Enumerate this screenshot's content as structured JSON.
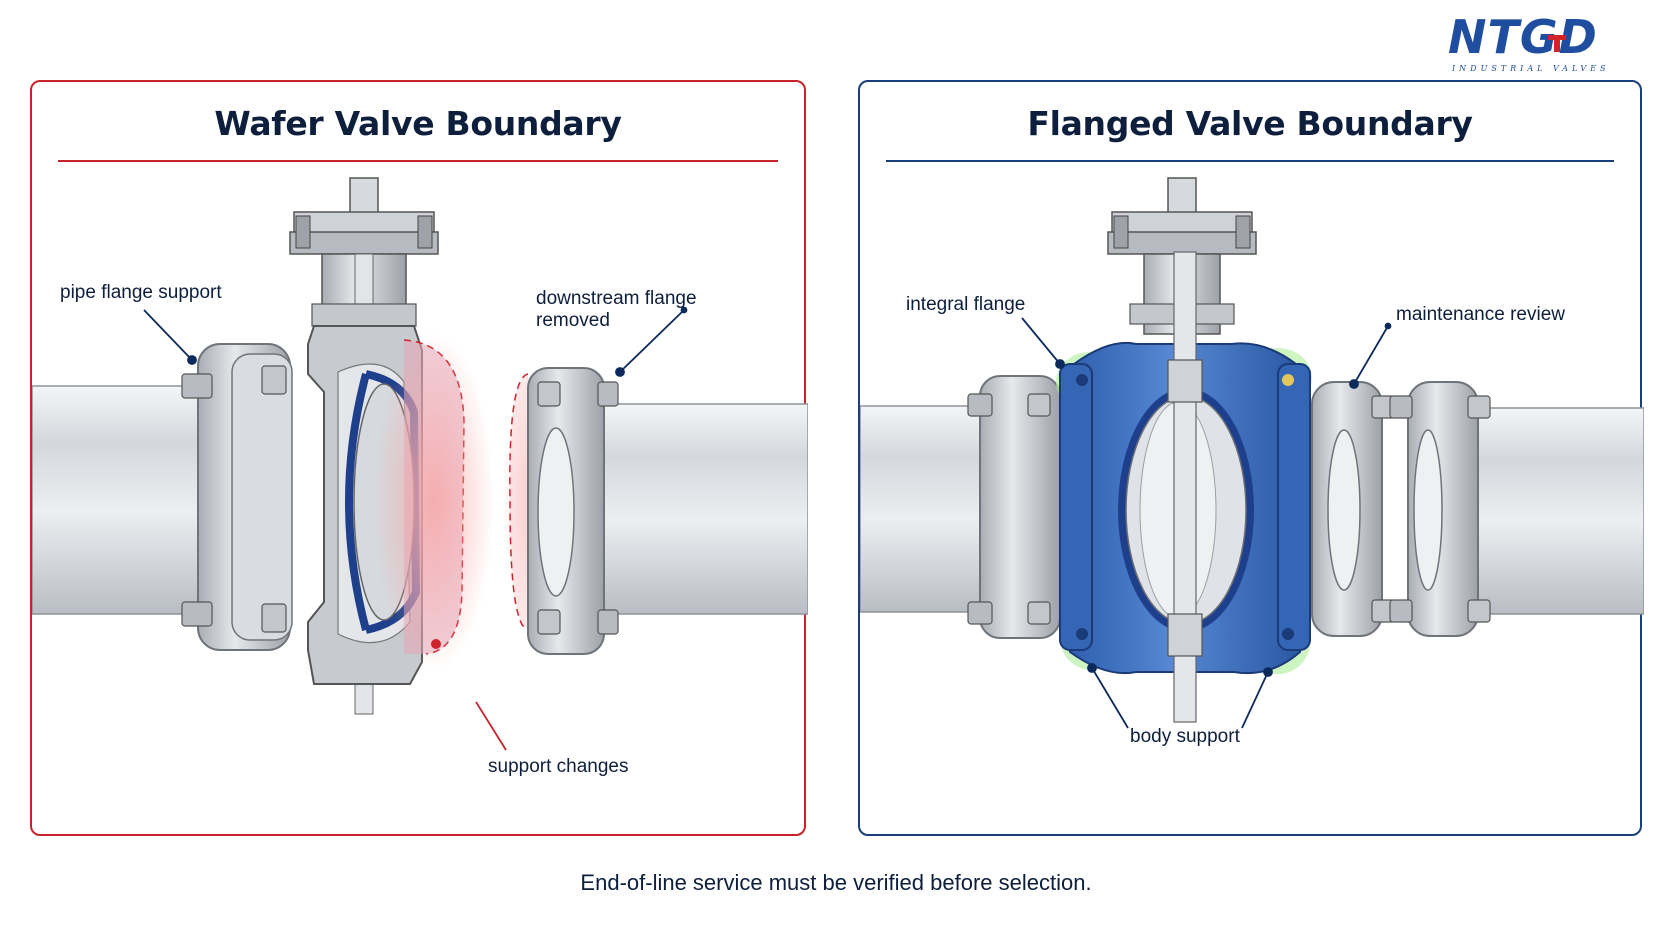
{
  "logo": {
    "word": "NTGD",
    "subtitle": "INDUSTRIAL VALVES"
  },
  "panels": [
    {
      "title": "Wafer Valve Boundary",
      "accent": "#c8232c",
      "labels": {
        "pipe_flange_support": "pipe flange support",
        "downstream_flange_line1": "downstream flange",
        "downstream_flange_line2": "removed",
        "support_changes": "support changes"
      }
    },
    {
      "title": "Flanged Valve Boundary",
      "accent": "#1b3f7a",
      "labels": {
        "integral_flange": "integral flange",
        "maintenance_review": "maintenance review",
        "body_support": "body support"
      }
    }
  ],
  "colors": {
    "valve_body_blue": "#3f72c0",
    "seat_blue": "#1d3f8c",
    "highlight_red": "#f07a7a",
    "highlight_green": "#9be58f",
    "steel": "#c9ccd2"
  },
  "caption": "End-of-line service must be verified before selection."
}
